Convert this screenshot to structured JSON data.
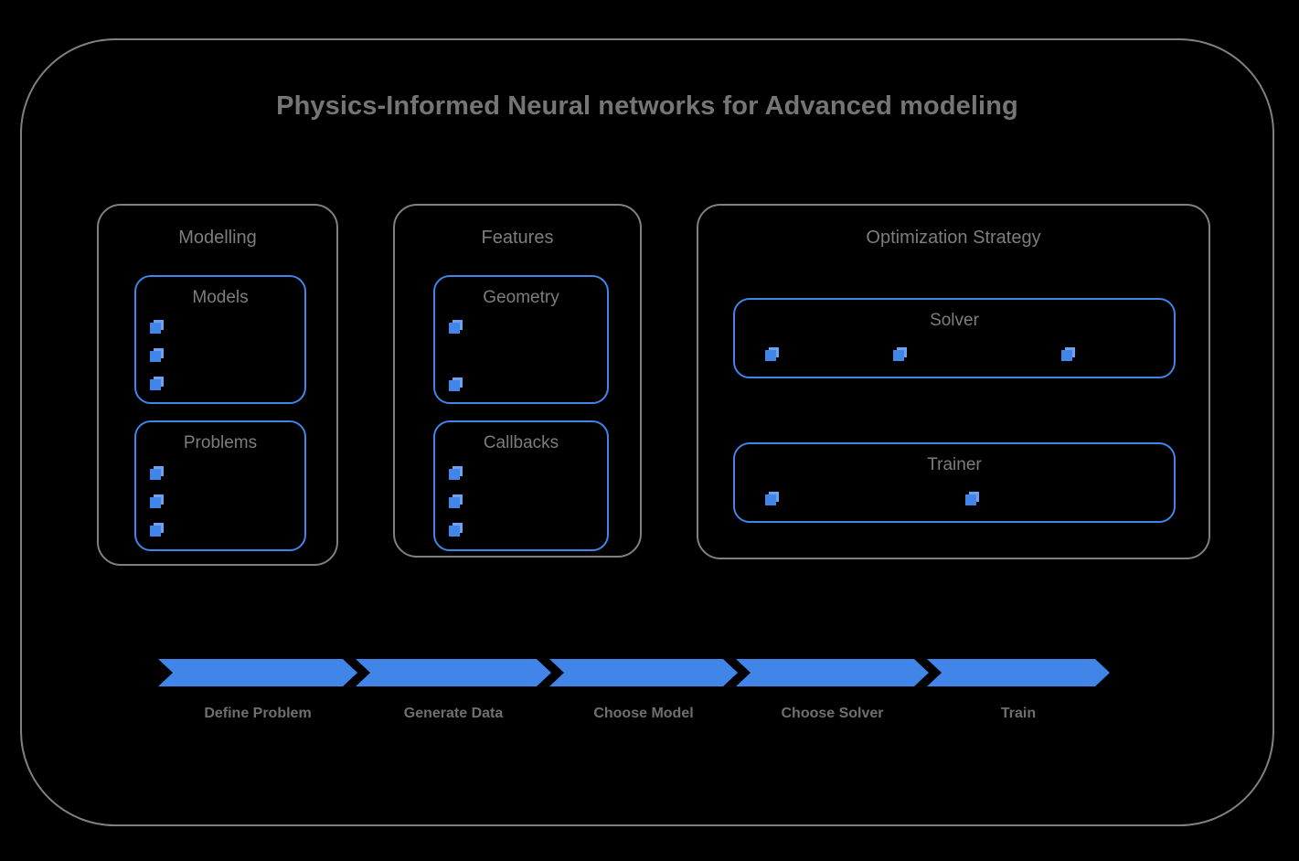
{
  "title": "Physics-Informed Neural networks for Advanced modeling",
  "colors": {
    "accent_blue": "#4285E9",
    "border_gray": "#808080",
    "text_gray": "#7d7d7d",
    "title_gray": "#757575",
    "background": "#000000"
  },
  "groups": [
    {
      "name": "modelling",
      "label": "Modelling",
      "boxes": [
        {
          "name": "models",
          "label": "Models",
          "bullet_count": 3,
          "bullet_layout": "vertical"
        },
        {
          "name": "problems",
          "label": "Problems",
          "bullet_count": 3,
          "bullet_layout": "vertical"
        }
      ]
    },
    {
      "name": "features",
      "label": "Features",
      "boxes": [
        {
          "name": "geometry",
          "label": "Geometry",
          "bullet_count": 2,
          "bullet_layout": "vertical-sparse"
        },
        {
          "name": "callbacks",
          "label": "Callbacks",
          "bullet_count": 3,
          "bullet_layout": "vertical"
        }
      ]
    },
    {
      "name": "optimization-strategy",
      "label": "Optimization Strategy",
      "boxes": [
        {
          "name": "solver",
          "label": "Solver",
          "bullet_count": 3,
          "bullet_layout": "horizontal"
        },
        {
          "name": "trainer",
          "label": "Trainer",
          "bullet_count": 2,
          "bullet_layout": "horizontal"
        }
      ]
    }
  ],
  "workflow": {
    "steps": [
      {
        "name": "define-problem",
        "label": "Define Problem"
      },
      {
        "name": "generate-data",
        "label": "Generate Data"
      },
      {
        "name": "choose-model",
        "label": "Choose Model"
      },
      {
        "name": "choose-solver",
        "label": "Choose Solver"
      },
      {
        "name": "train",
        "label": "Train"
      }
    ]
  },
  "icons": {
    "bullet": "cube-icon"
  }
}
